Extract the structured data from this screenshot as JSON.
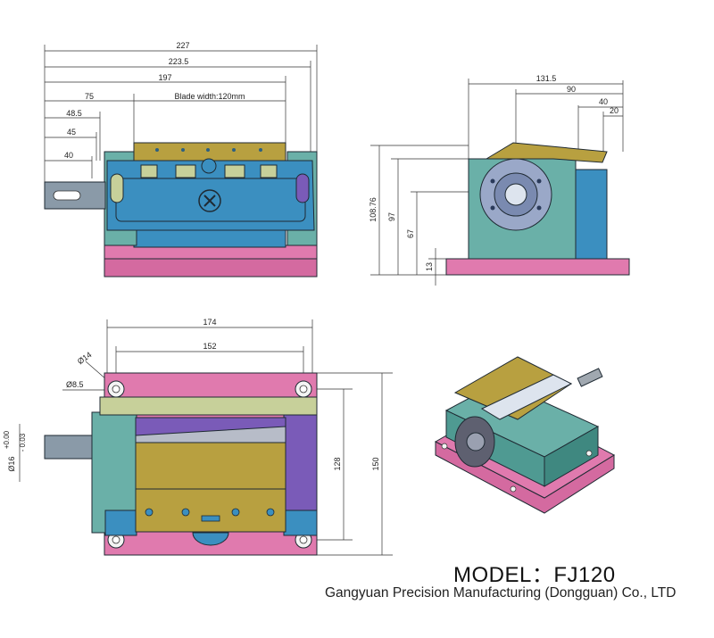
{
  "colors": {
    "body_blue": "#3b8fc0",
    "base_pink": "#e07aae",
    "blade_gold": "#b8a040",
    "side_teal": "#6ab0a8",
    "purple": "#7a5bb8",
    "plate_green": "#c7d09a"
  },
  "front_view": {
    "dims": [
      "227",
      "223.5",
      "197",
      "75",
      "Blade width:120mm",
      "48.5",
      "45",
      "40"
    ]
  },
  "side_view": {
    "dims": [
      "131.5",
      "90",
      "40",
      "20",
      "108.76",
      "97",
      "67",
      "13"
    ]
  },
  "top_view": {
    "dims": [
      "174",
      "152",
      "Ø14",
      "Ø8.5",
      "128",
      "150"
    ],
    "shaft_tol_main": "Ø16",
    "shaft_tol_upper": "+0.00",
    "shaft_tol_lower": "- 0.03"
  },
  "model_label": "MODEL：FJ120",
  "company": "Gangyuan Precision Manufacturing (Dongguan) Co., LTD"
}
